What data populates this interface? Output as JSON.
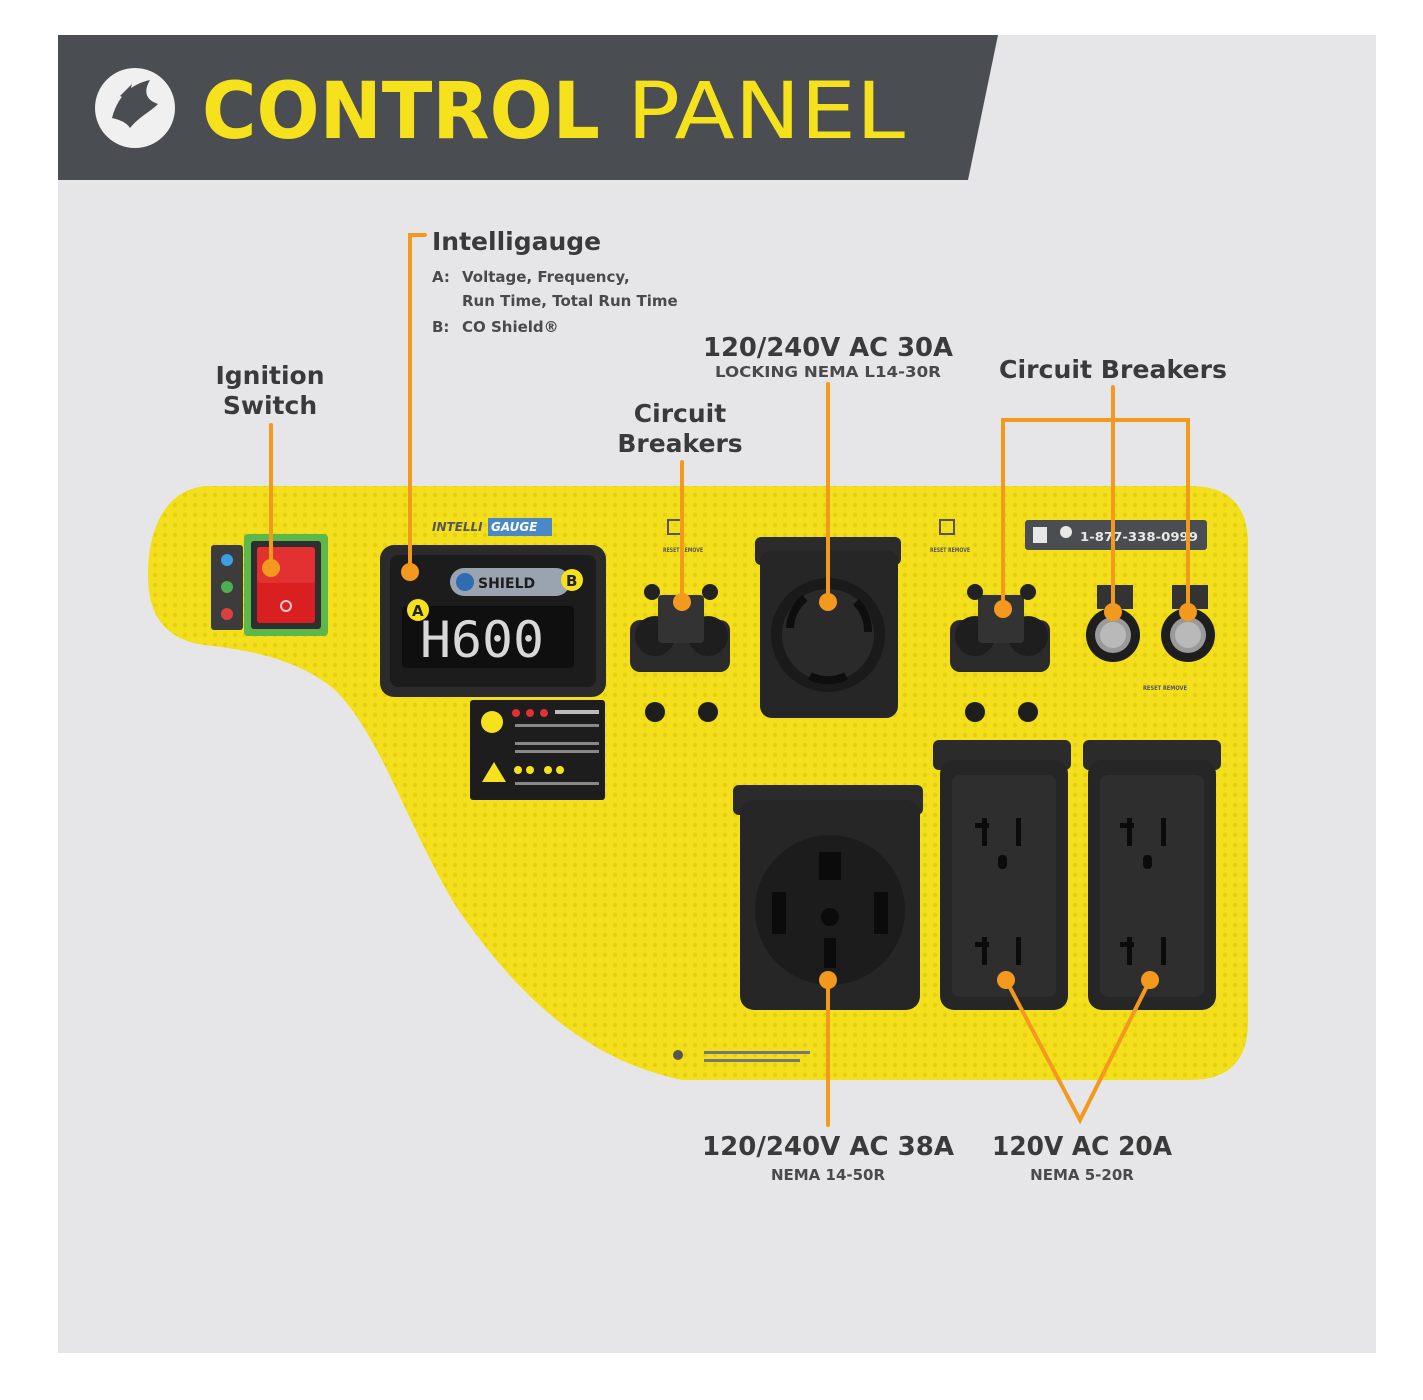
{
  "header": {
    "title_bold": "CONTROL",
    "title_light": "PANEL",
    "logo_icon": "champion-logo-icon"
  },
  "callouts": {
    "ignition": {
      "line1": "Ignition",
      "line2": "Switch"
    },
    "intelligauge": {
      "title": "Intelligauge",
      "a_key": "A:",
      "a_line1": "Voltage, Frequency,",
      "a_line2": "Run Time, Total Run Time",
      "b_key": "B:",
      "b_line": "CO Shield®"
    },
    "breakers_left": {
      "line1": "Circuit",
      "line2": "Breakers"
    },
    "outlet_30a": {
      "title": "120/240V AC 30A",
      "subtitle": "LOCKING NEMA L14-30R"
    },
    "breakers_right": {
      "title": "Circuit Breakers"
    },
    "outlet_50a": {
      "title": "120/240V AC 38A",
      "subtitle": "NEMA 14-50R"
    },
    "outlet_20a": {
      "title": "120V AC 20A",
      "subtitle": "NEMA 5-20R"
    }
  },
  "panel": {
    "intelligauge_brand_a": "INTELLI",
    "intelligauge_brand_b": "GAUGE",
    "co_shield_label": "SHIELD",
    "lcd_reading": "H600",
    "marker_a": "A",
    "marker_b": "B",
    "reset_remove": "RESET REMOVE",
    "phone": "1-877-338-0999"
  },
  "colors": {
    "accent_yellow": "#f5e11c",
    "header_dark": "#4a4d52",
    "callout_orange": "#f39a1e",
    "background_gray": "#e6e6e8",
    "switch_red": "#d91f1f",
    "switch_frame_green": "#5cb84a"
  }
}
